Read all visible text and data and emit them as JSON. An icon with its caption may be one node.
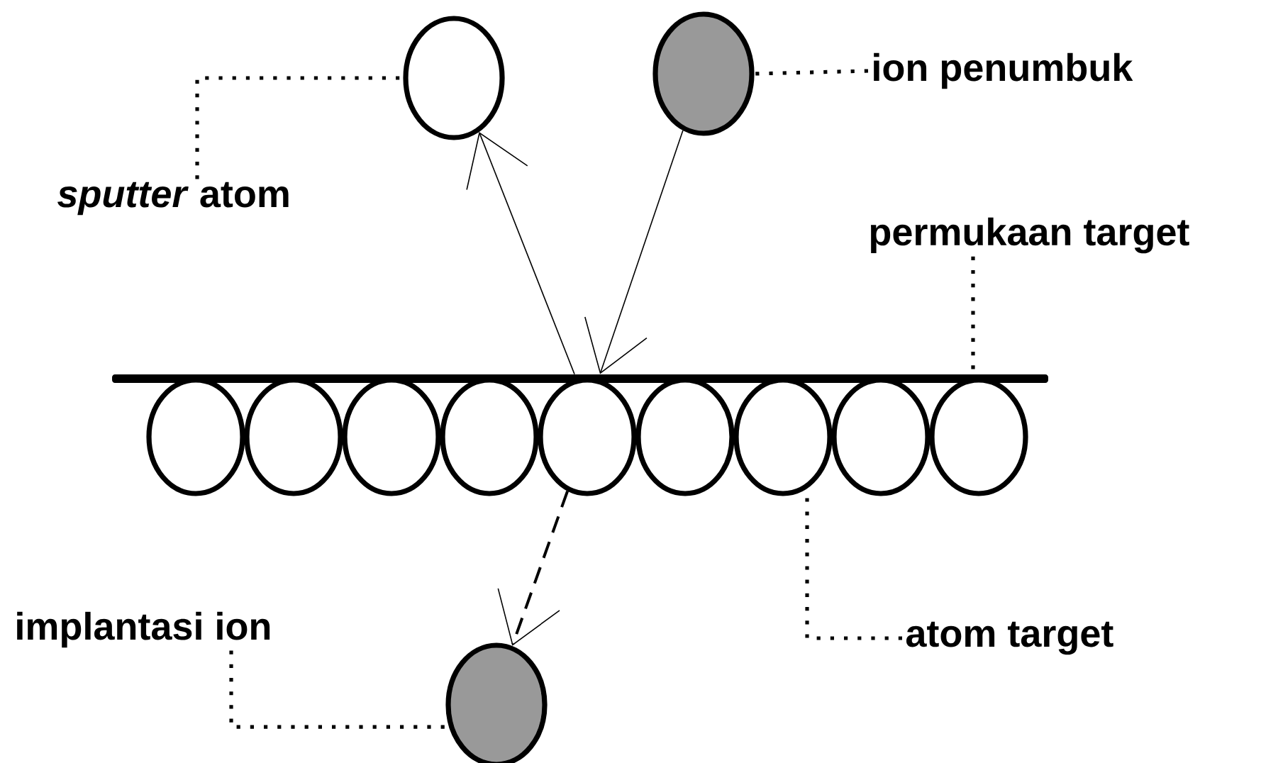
{
  "diagram": {
    "nodes": [
      {
        "text": [],
        "shape": "circle"
      },
      {
        "text": [],
        "shape": "circle"
      },
      {
        "text": [
          "*sputter* atom"
        ]
      },
      {
        "text": [
          "ion penumbuk"
        ]
      },
      {
        "text": [
          "permukaan target"
        ]
      },
      {
        "text": [],
        "shape": "bar"
      },
      {
        "text": [],
        "shape": "circle"
      },
      {
        "text": [],
        "shape": "circle"
      },
      {
        "text": [],
        "shape": "circle"
      },
      {
        "text": [],
        "shape": "circle"
      },
      {
        "text": [],
        "shape": "circle"
      },
      {
        "text": [],
        "shape": "circle"
      },
      {
        "text": [],
        "shape": "circle"
      },
      {
        "text": [],
        "shape": "circle"
      },
      {
        "text": [],
        "shape": "circle"
      },
      {
        "text": [
          "implantasi ion"
        ]
      },
      {
        "text": [],
        "shape": "circle"
      },
      {
        "text": [
          "atom target"
        ]
      }
    ],
    "edges": [
      {
        "from": 1,
        "to": 5,
        "arrow": "to"
      },
      {
        "from": 5,
        "to": 0,
        "arrow": "to"
      },
      {
        "from": 10,
        "to": 16,
        "arrow": "to",
        "style": "dashed"
      },
      {
        "from": 2,
        "to": 0,
        "arrow": "none",
        "style": "dashed"
      },
      {
        "from": 3,
        "to": 1,
        "arrow": "none",
        "style": "dashed"
      },
      {
        "from": 4,
        "to": 5,
        "arrow": "none",
        "style": "dashed"
      },
      {
        "from": 15,
        "to": 16,
        "arrow": "none",
        "style": "dashed"
      },
      {
        "from": 17,
        "to": 12,
        "arrow": "none",
        "style": "dashed"
      }
    ]
  }
}
